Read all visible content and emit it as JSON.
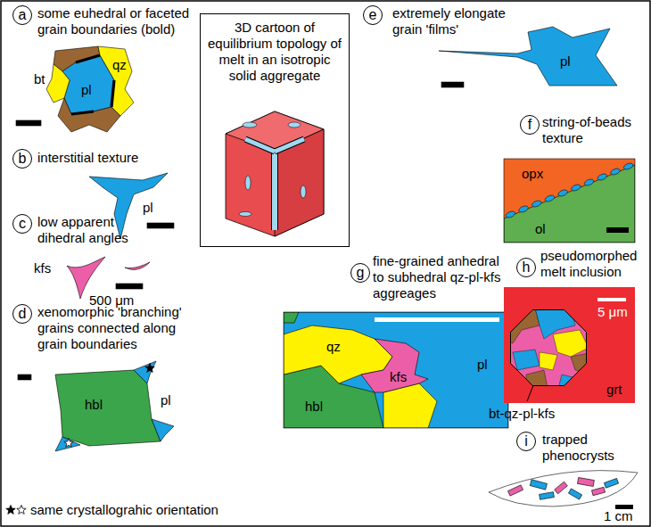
{
  "diagram": {
    "nodes": [
      {
        "text": [
          "a"
        ]
      },
      {
        "text": [
          "e"
        ]
      },
      {
        "text": [
          "3D cartoon of equilibrium topology of melt in an isotropic solid aggregate"
        ]
      },
      {
        "text": [
          "f"
        ]
      },
      {
        "text": [
          "b"
        ]
      },
      {
        "text": [
          "c"
        ]
      },
      {
        "text": [
          "h"
        ]
      },
      {
        "text": [
          "g"
        ]
      },
      {
        "text": [
          "d"
        ]
      },
      {
        "text": [
          "i"
        ]
      }
    ],
    "labels": [
      "some euhedral or faceted grain boundaries (bold)",
      "bt",
      "qz",
      "pl",
      "extremely elongate grain 'films'",
      "pl",
      "string-of-beads texture",
      "opx",
      "ol",
      "interstitial texture",
      "pl",
      "low apparent dihedral angles",
      "kfs",
      "500 μm",
      "pseudomorphed melt inclusion",
      "5 μm",
      "grt",
      "bt-qz-pl-kfs",
      "fine-grained anhedral to subhedral qz-pl-kfs aggreages",
      "qz",
      "kfs",
      "pl",
      "hbl",
      "xenomorphic 'branching' grains connected along grain boundaries",
      "hbl",
      "pl",
      "same crystallograhic orientation",
      "trapped phenocrysts",
      "1 cm"
    ]
  }
}
